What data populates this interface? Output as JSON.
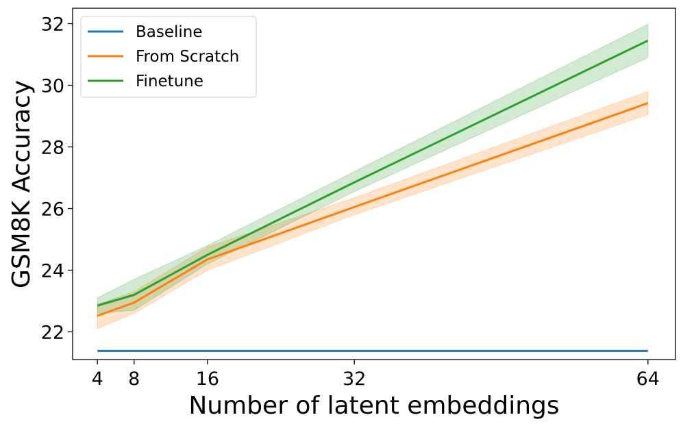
{
  "chart_data": {
    "type": "line",
    "xlabel": "Number of latent embeddings",
    "ylabel": "GSM8K Accuracy",
    "x": [
      4,
      8,
      16,
      32,
      64
    ],
    "xticks": [
      4,
      8,
      16,
      32,
      64
    ],
    "yticks": [
      22,
      24,
      26,
      28,
      30,
      32
    ],
    "xlim": [
      1.3,
      67
    ],
    "ylim": [
      21.1,
      32.5
    ],
    "grid": false,
    "legend_position": "top-left",
    "series": [
      {
        "name": "Baseline",
        "color": "#1f77b4",
        "values": [
          21.38,
          21.38,
          21.38,
          21.38,
          21.38
        ]
      },
      {
        "name": "From Scratch",
        "color": "#ff7f0e",
        "values": [
          22.52,
          22.95,
          24.35,
          26.05,
          29.42
        ],
        "lower": [
          22.1,
          22.6,
          24.0,
          25.8,
          29.05
        ],
        "upper": [
          22.9,
          23.3,
          24.75,
          26.35,
          29.8
        ]
      },
      {
        "name": "Finetune",
        "color": "#2ca02c",
        "values": [
          22.85,
          23.2,
          24.5,
          26.85,
          31.45
        ],
        "lower": [
          22.6,
          22.7,
          24.2,
          26.55,
          30.9
        ],
        "upper": [
          23.1,
          23.7,
          24.8,
          27.2,
          31.98
        ]
      }
    ]
  }
}
